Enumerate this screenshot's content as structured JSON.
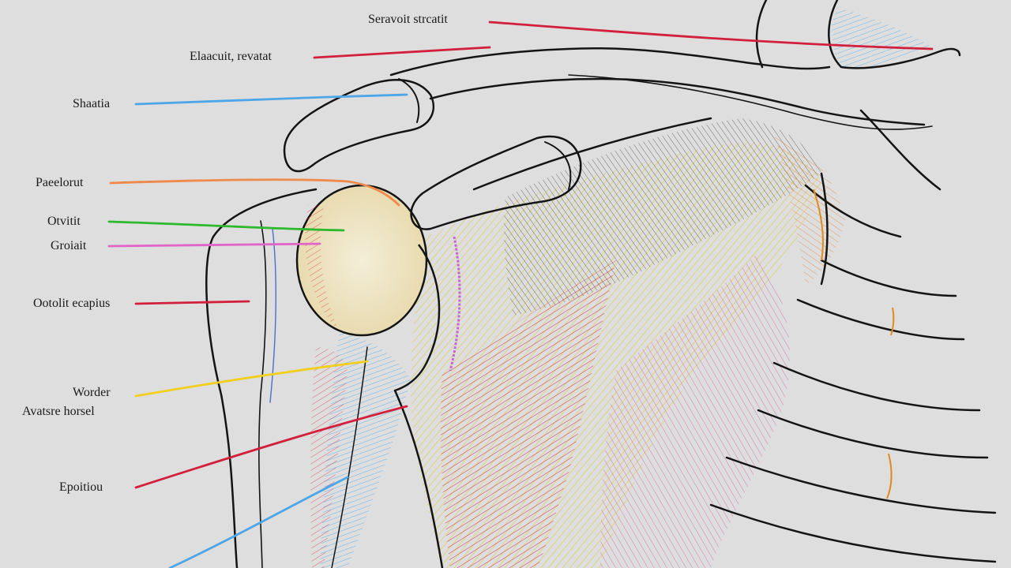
{
  "labels": {
    "serratus": "Seravoit strcatit",
    "clavicle": "Elaacuit, revatat",
    "shoulder": "Shaatia",
    "posterior": "Paeelorut",
    "otvitt": "Otvitit",
    "groiit": "Groiait",
    "otolit": "Ootolit ecapius",
    "worder": "Worder",
    "avatsre": "Avatsre horsel",
    "epoitiou": "Epoitiou"
  },
  "colors": {
    "background": "#dedede",
    "outline": "#141414",
    "red": "#d21f3c",
    "blue": "#4da6e8",
    "orange": "#f08a4b",
    "green": "#2db82d",
    "pink": "#e065c8",
    "yellow": "#f2cf1d",
    "cream": "#efe6c6"
  }
}
